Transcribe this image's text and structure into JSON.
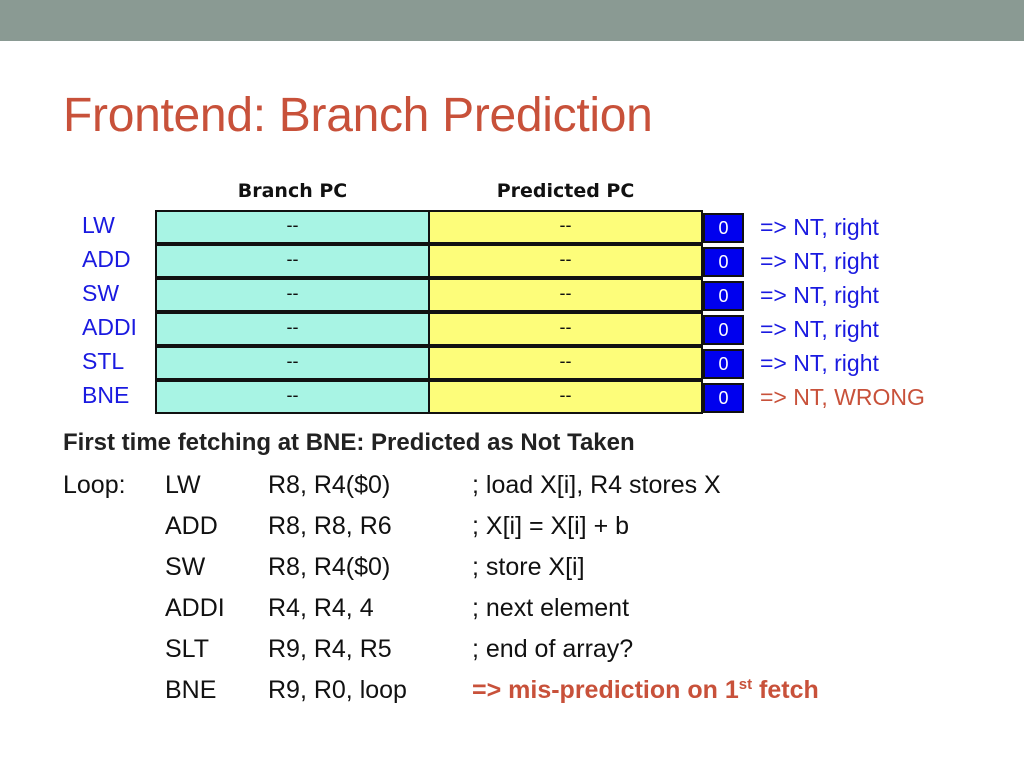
{
  "slide": {
    "title": "Frontend: Branch Prediction"
  },
  "table": {
    "header_branch_pc": "Branch PC",
    "header_predicted_pc": "Predicted PC",
    "rows": [
      {
        "label": "LW",
        "branch_pc": "--",
        "predicted_pc": "--",
        "bit": "0",
        "outcome": "=> NT, right"
      },
      {
        "label": "ADD",
        "branch_pc": "--",
        "predicted_pc": "--",
        "bit": "0",
        "outcome": "=> NT, right"
      },
      {
        "label": "SW",
        "branch_pc": "--",
        "predicted_pc": "--",
        "bit": "0",
        "outcome": "=> NT, right"
      },
      {
        "label": "ADDI",
        "branch_pc": "--",
        "predicted_pc": "--",
        "bit": "0",
        "outcome": "=> NT, right"
      },
      {
        "label": "STL",
        "branch_pc": "--",
        "predicted_pc": "--",
        "bit": "0",
        "outcome": "=> NT, right"
      },
      {
        "label": "BNE",
        "branch_pc": "--",
        "predicted_pc": "--",
        "bit": "0",
        "outcome": "=> NT, WRONG"
      }
    ]
  },
  "caption": "First time fetching at BNE: Predicted as Not Taken",
  "code": [
    {
      "label": "Loop:",
      "op": "LW",
      "args": "R8, R4($0)",
      "comment": "; load X[i], R4 stores X"
    },
    {
      "label": "",
      "op": "ADD",
      "args": "R8, R8, R6",
      "comment": "; X[i] = X[i] + b"
    },
    {
      "label": "",
      "op": "SW",
      "args": "R8, R4($0)",
      "comment": "; store X[i]"
    },
    {
      "label": "",
      "op": "ADDI",
      "args": "R4, R4, 4",
      "comment": "; next element"
    },
    {
      "label": "",
      "op": "SLT",
      "args": "R9, R4, R5",
      "comment": "; end of array?"
    },
    {
      "label": "",
      "op": "BNE",
      "args": "R9, R0, loop",
      "comment_pre": "=> mis-prediction on 1",
      "comment_sup": "st",
      "comment_post": " fetch"
    }
  ],
  "colors": {
    "title": "#c8513a",
    "row_label": "#1a1ae0",
    "branch_pc_fill": "#a8f4e4",
    "predicted_pc_fill": "#fdfd7a",
    "bit_fill": "#0000ee",
    "wrong": "#c8513a",
    "top_bar": "#8a9a93"
  }
}
